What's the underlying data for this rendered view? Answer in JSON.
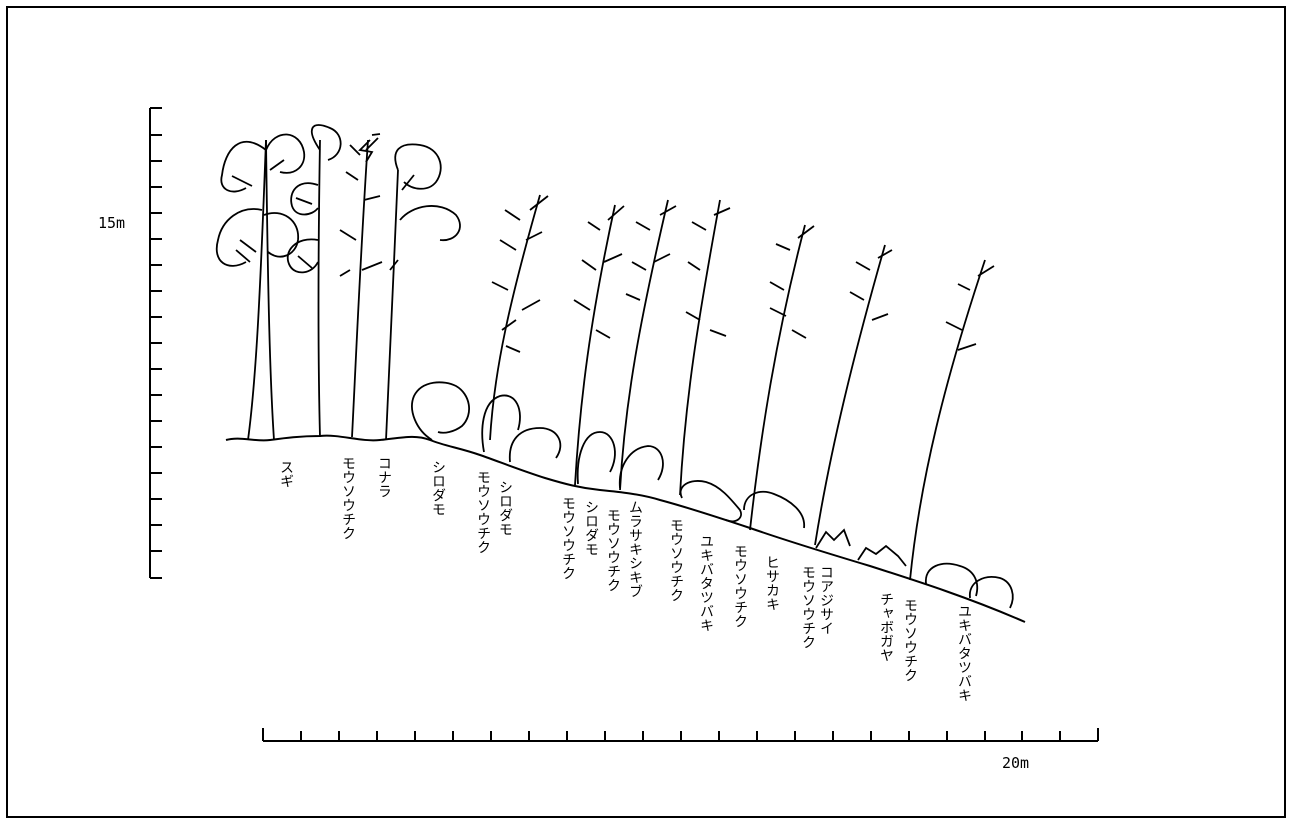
{
  "vertical_scale": {
    "label": "15m"
  },
  "horizontal_scale": {
    "label": "20m"
  },
  "species_labels": [
    "スギ",
    "モウソウチク",
    "コナラ",
    "シロダモ",
    "モウソウチク",
    "シロダモ",
    "モウソウチク",
    "シロダモ",
    "モウソウチク",
    "ムラサキシキブ",
    "モウソウチク",
    "ユキバタツバキ",
    "モウソウチク",
    "ヒサカキ",
    "モウソウチク",
    "コアジサイ",
    "チャボガヤ",
    "モウソウチク",
    "ユキバタツバキ"
  ],
  "colors": {
    "ink": "#000000",
    "background": "#ffffff"
  }
}
